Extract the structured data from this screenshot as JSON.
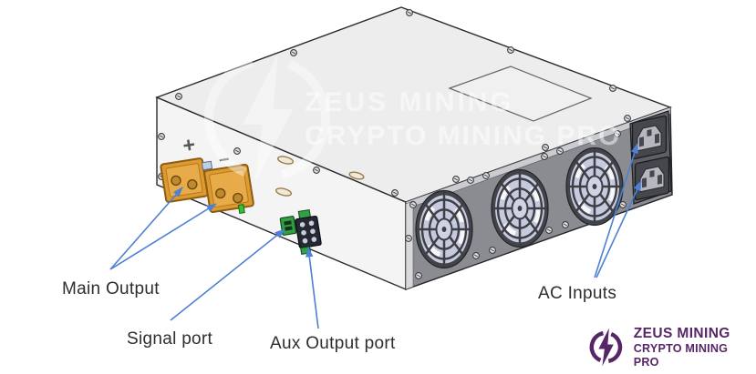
{
  "annotations": {
    "main_output": {
      "label": "Main Output"
    },
    "signal_port": {
      "label": "Signal port"
    },
    "aux_output_port": {
      "label": "Aux Output port"
    },
    "ac_inputs": {
      "label": "AC Inputs"
    }
  },
  "watermark": {
    "line1": "ZEUS MINING",
    "line2": "CRYPTO MINING PRO"
  },
  "brand_logo": {
    "line1": "ZEUS MINING",
    "line2": "CRYPTO MINING PRO"
  },
  "device_markings": {
    "plus": "+",
    "minus": "−"
  },
  "icons": {
    "logo_mark": "lightning-bolt-in-broken-circle",
    "watermark_mark": "lightning-bolt-in-broken-circle"
  },
  "colors": {
    "arrow_blue": "#4e80d4",
    "logo_purple": "#572667",
    "terminal_orange": "#de9a31",
    "chassis_light": "#f2f2f4",
    "fan_panel_gray": "#8b8c91",
    "fan_blade_lavender": "#c6cade",
    "watermark_white": "rgba(255,255,255,0.5)"
  }
}
